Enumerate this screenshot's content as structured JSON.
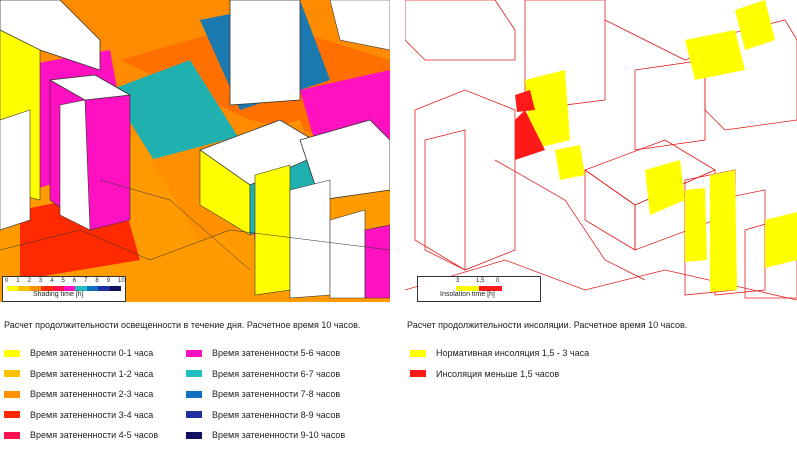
{
  "left_scale": {
    "ticks": [
      "0",
      "1",
      "2",
      "3",
      "4",
      "5",
      "6",
      "7",
      "8",
      "9",
      "10"
    ],
    "label": "Shading time [h]",
    "colors": [
      "#ffff00",
      "#ffc000",
      "#ff9000",
      "#ff2a00",
      "#ff1050",
      "#ff10c0",
      "#20c0c0",
      "#1070c0",
      "#2030a0",
      "#101060"
    ]
  },
  "right_scale": {
    "ticks": [
      "3",
      "1,5",
      "0"
    ],
    "label": "Insolation time [h]",
    "colors": [
      "#ffff00",
      "#ff1a1a"
    ]
  },
  "left_caption": "Расчет продолжительности освещенности в течение дня. Расчетное время 10 часов.",
  "right_caption": "Расчет продолжительности инсоляции. Расчетное время 10 часов.",
  "left_legend": [
    {
      "label": "Время затененности 0-1 часа",
      "color": "#ffff00"
    },
    {
      "label": "Время затененности 1-2 часа",
      "color": "#ffc000"
    },
    {
      "label": "Время затененности 2-3 часа",
      "color": "#ff9000"
    },
    {
      "label": "Время затененности 3-4 часа",
      "color": "#ff2a00"
    },
    {
      "label": "Время затененности 4-5 часов",
      "color": "#ff1050"
    },
    {
      "label": "Время затененности 5-6 часов",
      "color": "#ff10c0"
    },
    {
      "label": "Время затененности 6-7 часов",
      "color": "#20c0c0"
    },
    {
      "label": "Время затененности 7-8 часов",
      "color": "#1070c0"
    },
    {
      "label": "Время затененности 8-9 часов",
      "color": "#2030a0"
    },
    {
      "label": "Время затененности 9-10 часов",
      "color": "#101060"
    }
  ],
  "right_legend": [
    {
      "label": "Нормативная инсоляция 1,5 - 3 часа",
      "color": "#ffff00"
    },
    {
      "label": "Инсоляция меньше 1,5 часов",
      "color": "#ff1a1a"
    }
  ]
}
